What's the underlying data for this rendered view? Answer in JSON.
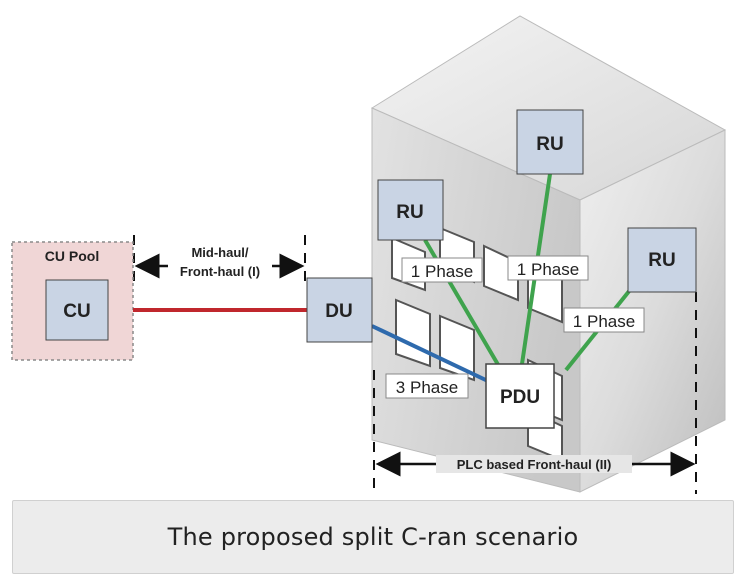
{
  "caption": "The proposed split C-ran scenario",
  "cu_pool": {
    "title": "CU Pool",
    "cu_label": "CU"
  },
  "midhaul": {
    "line1": "Mid-haul/",
    "line2": "Front-haul (I)"
  },
  "du_label": "DU",
  "pdu_label": "PDU",
  "ru_label": "RU",
  "phases": {
    "left": "1 Phase",
    "center": "1 Phase",
    "right": "1 Phase",
    "three": "3 Phase"
  },
  "frontline": {
    "label": "PLC based Front-haul (II)"
  },
  "colors": {
    "red_link": "#c0272d",
    "blue_link": "#2e6aad",
    "green_link": "#3fa34d",
    "box_fill": "#c9d4e4",
    "pool_fill": "#f0d6d6"
  }
}
